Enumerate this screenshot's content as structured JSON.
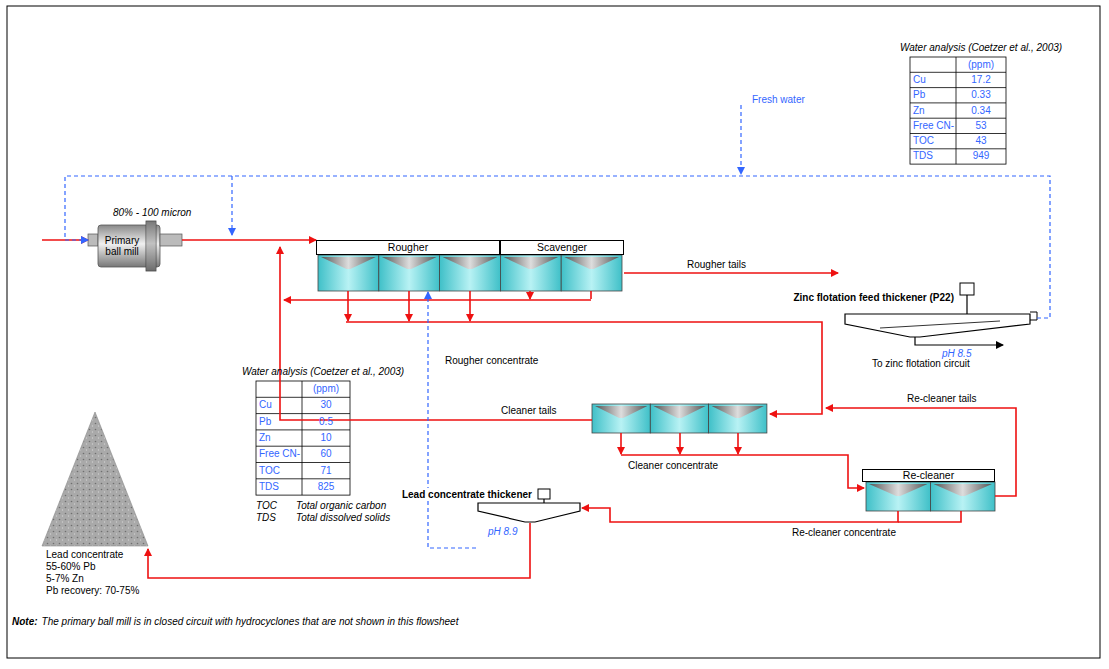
{
  "diagram": {
    "nodes": [
      {
        "text": [
          "Primary ball mill"
        ]
      },
      {
        "text": [
          "Rougher"
        ]
      },
      {
        "text": [
          "Scavenger"
        ]
      },
      {
        "text": [
          "Zinc flotation feed thickener (P22)"
        ]
      },
      {
        "text": [
          "Re-cleaner"
        ]
      },
      {
        "text": [
          "Lead concentrate thickener"
        ]
      },
      {
        "text": [
          "Lead concentrate",
          "55-60% Pb",
          "5-7% Zn",
          "Pb recovery: 70-75%"
        ]
      }
    ],
    "edges": [
      {
        "from": 0,
        "to": 1,
        "arrow": "to"
      },
      {
        "from": 2,
        "to": 3,
        "label": "Rougher tails",
        "arrow": "to"
      },
      {
        "from": 3,
        "to": 0,
        "arrow": "to"
      },
      {
        "from": 4,
        "to": 5,
        "label": "Re-cleaner concentrate",
        "arrow": "to"
      },
      {
        "from": 5,
        "to": 6,
        "arrow": "to"
      },
      {
        "from": 5,
        "to": 1,
        "arrow": "to"
      }
    ],
    "labels": [
      "80% - 100 micron",
      "Fresh water",
      "Water analysis (Coetzer et al., 2003)",
      "(ppm)",
      "Cu",
      "17.2",
      "Pb",
      "0.33",
      "Zn",
      "0.34",
      "Free CN-",
      "53",
      "TOC",
      "43",
      "TDS",
      "949",
      "pH 8.5",
      "To zinc flotation circuit",
      "Rougher concentrate",
      "Cleaner tails",
      "Re-cleaner tails",
      "Cleaner concentrate",
      "Water analysis (Coetzer et al., 2003)",
      "(ppm)",
      "Cu",
      "30",
      "Pb",
      "0.5",
      "Zn",
      "10",
      "Free CN-",
      "60",
      "TOC",
      "71",
      "TDS",
      "825",
      "pH 8.9",
      "TOC",
      "Total organic carbon",
      "TDS",
      "Total dissolved solids",
      "Note:",
      "The primary ball mill is in closed circuit with hydrocyclones that are not shown in this flowsheet"
    ]
  }
}
